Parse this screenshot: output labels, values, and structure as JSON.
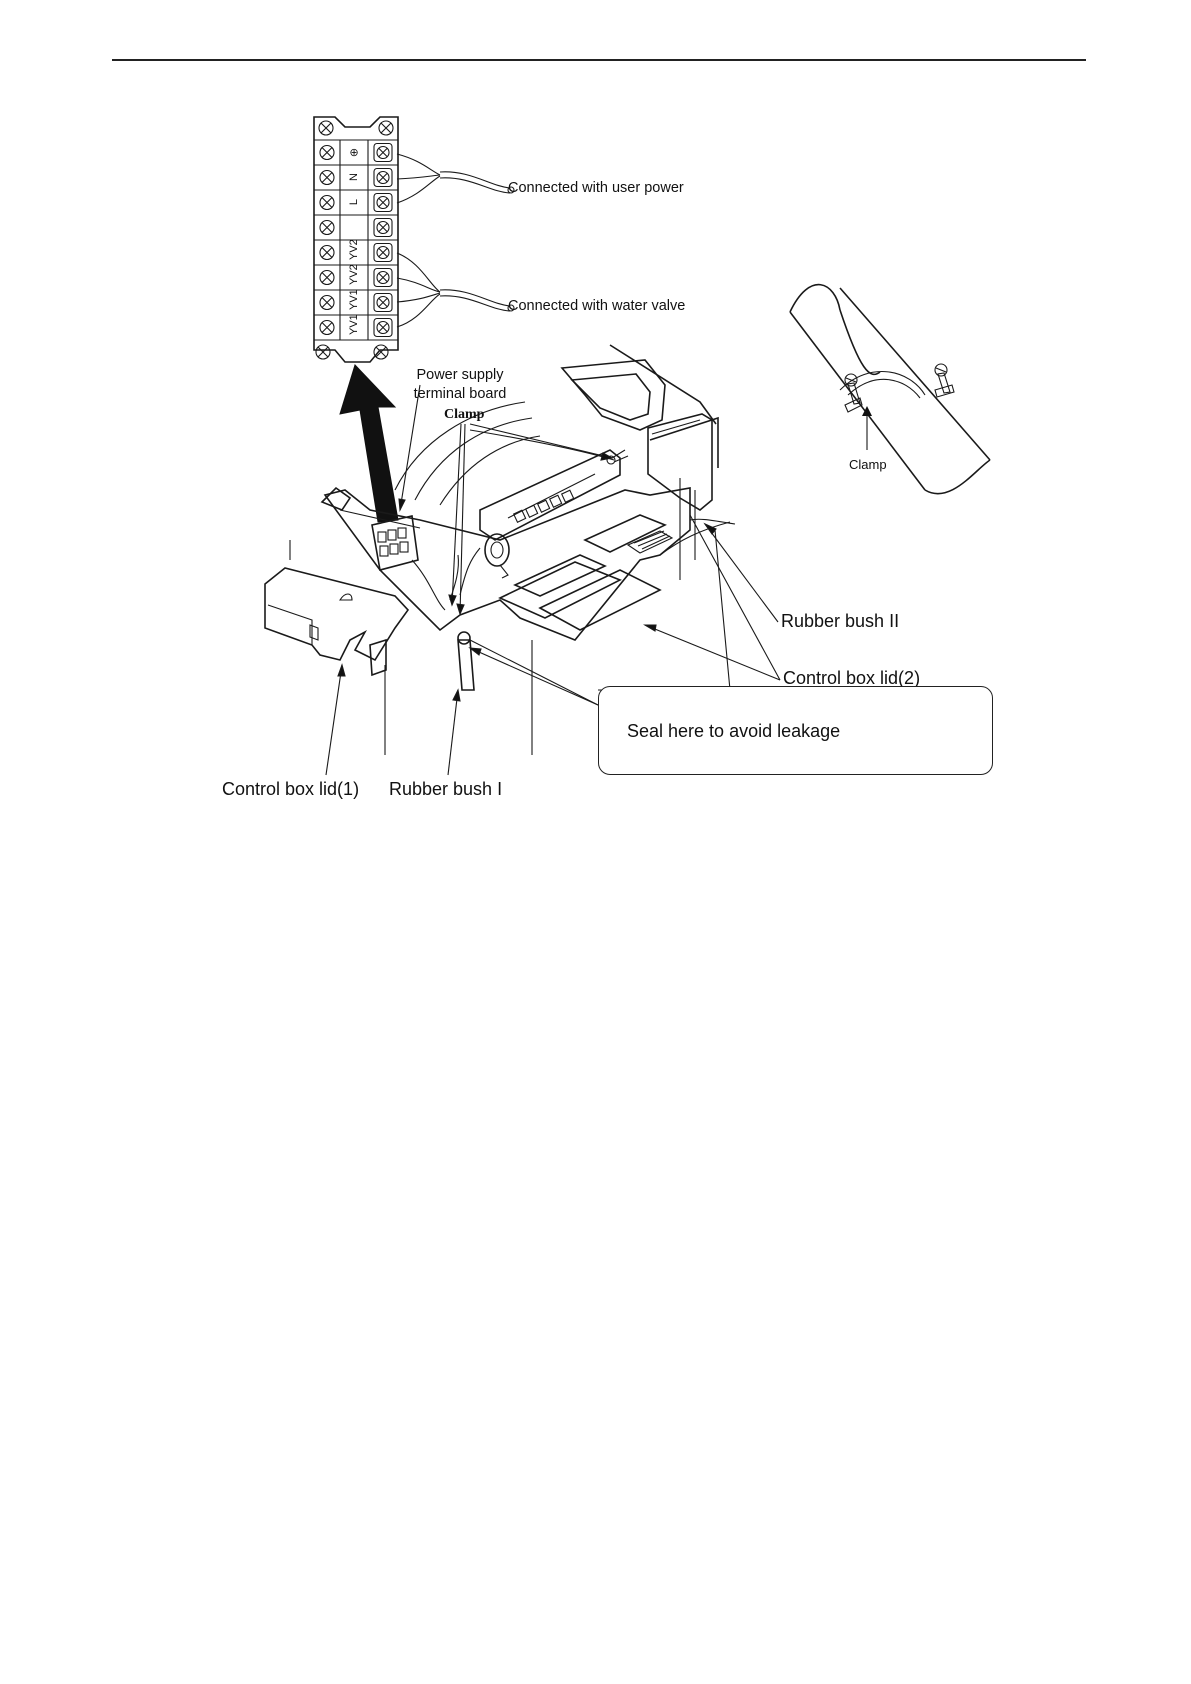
{
  "terminal_board": {
    "terminals": [
      "⊕",
      "N",
      "L",
      "",
      "YV2",
      "YV2",
      "YV1",
      "YV1"
    ]
  },
  "labels": {
    "user_power": "Connected with user power",
    "water_valve": "Connected with water valve",
    "power_supply_line1": "Power supply",
    "power_supply_line2": "terminal board",
    "clamp_main": "Clamp",
    "clamp_detail": "Clamp",
    "rubber_bush_2": "Rubber bush II",
    "control_box_lid_2": "Control box lid(2)",
    "seal_note": "Seal here to avoid leakage",
    "control_box_lid_1": "Control box lid(1)",
    "rubber_bush_1": "Rubber bush I"
  }
}
